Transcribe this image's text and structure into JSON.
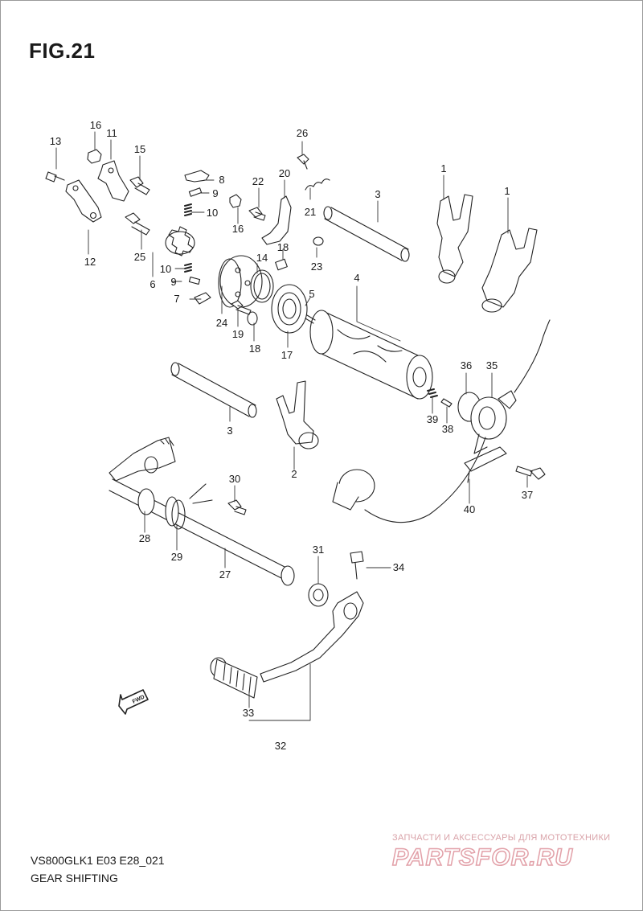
{
  "figure": {
    "title": "FIG.21",
    "model_code": "VS800GLK1 E03 E28_021",
    "section_name": "GEAR SHIFTING",
    "fwd_label": "FWD"
  },
  "watermark": {
    "tagline": "ЗАПЧАСТИ И АКСЕССУАРЫ ДЛЯ МОТОТЕХНИКИ",
    "logo": "PARTSFOR.RU"
  },
  "callouts": {
    "c1a": "1",
    "c1b": "1",
    "c2": "2",
    "c3a": "3",
    "c3b": "3",
    "c4": "4",
    "c5": "5",
    "c6": "6",
    "c7": "7",
    "c8": "8",
    "c9a": "9",
    "c9b": "9",
    "c10a": "10",
    "c10b": "10",
    "c11": "11",
    "c12": "12",
    "c13": "13",
    "c14": "14",
    "c15": "15",
    "c16a": "16",
    "c16b": "16",
    "c17": "17",
    "c18a": "18",
    "c18b": "18",
    "c19": "19",
    "c20": "20",
    "c21": "21",
    "c22": "22",
    "c23": "23",
    "c24": "24",
    "c25": "25",
    "c26": "26",
    "c27": "27",
    "c28": "28",
    "c29": "29",
    "c30": "30",
    "c31": "31",
    "c32": "32",
    "c33": "33",
    "c34": "34",
    "c35": "35",
    "c36": "36",
    "c37": "37",
    "c38": "38",
    "c39": "39",
    "c40": "40"
  }
}
